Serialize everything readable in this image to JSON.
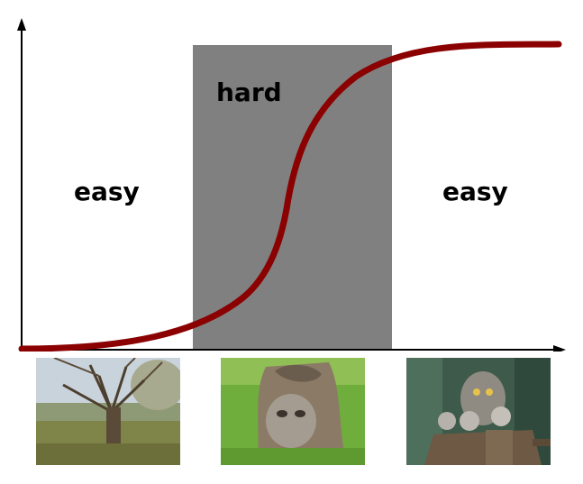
{
  "zones": [
    {
      "label": "easy",
      "shaded": false
    },
    {
      "label": "hard",
      "shaded": true
    },
    {
      "label": "easy",
      "shaded": false
    }
  ],
  "colors": {
    "curve": "#8b0000",
    "hard_band": "#808080",
    "axis": "#000000",
    "background": "#ffffff"
  },
  "images": [
    {
      "icon": "tree-photo"
    },
    {
      "icon": "tree-trunk-with-owl-photo"
    },
    {
      "icon": "owl-with-chicks-photo"
    }
  ]
}
